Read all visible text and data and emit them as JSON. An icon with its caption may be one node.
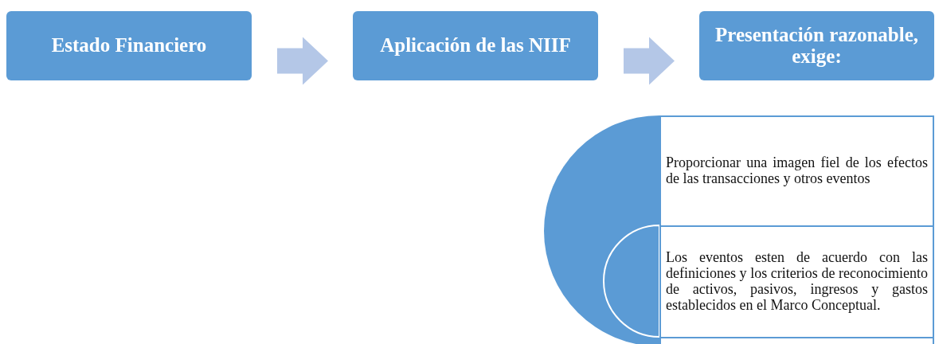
{
  "diagram": {
    "nodes": [
      {
        "text": [
          "Estado Financiero"
        ]
      },
      {
        "text": [
          "Aplicación de las NIIF"
        ]
      },
      {
        "text": [
          "Presentación razonable, exige:"
        ]
      },
      {
        "text": [
          "Proporcionar una imagen fiel de los efectos de las transacciones y otros eventos"
        ]
      },
      {
        "text": [
          "Los eventos esten de acuerdo con las definiciones y los criterios de reconocimiento de activos, pasivos, ingresos y gastos establecidos en el Marco Conceptual."
        ]
      }
    ],
    "edges": [
      {
        "from": 0,
        "to": 1,
        "arrow": "to"
      },
      {
        "from": 1,
        "to": 2,
        "arrow": "to"
      }
    ]
  }
}
